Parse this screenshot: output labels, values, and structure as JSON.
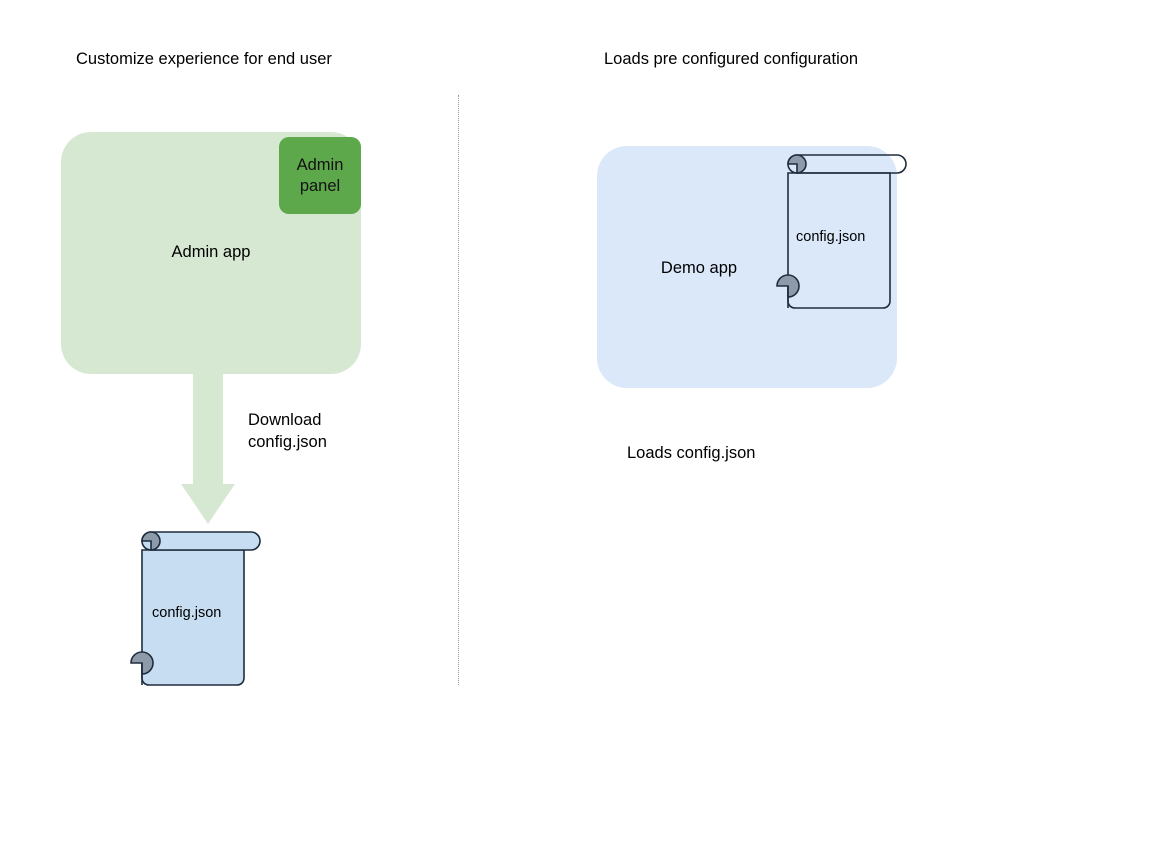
{
  "diagram": {
    "background": "#ffffff",
    "headings": {
      "left": "Customize experience for end user",
      "right": "Loads pre configured configuration"
    },
    "left_flow": {
      "app_box": {
        "label": "Admin app",
        "fill": "#d7e8d2"
      },
      "panel_box": {
        "label": "Admin\npanel",
        "fill": "#5ea84c"
      },
      "arrow": {
        "label": "Download\nconfig.json",
        "fill": "#d7e8d2",
        "direction": "down"
      },
      "document": {
        "label": "config.json",
        "fill": "#c7ddf2",
        "stroke": "#1f2d3d",
        "curl_fill": "#8c9aaa"
      }
    },
    "right_flow": {
      "app_box": {
        "label": "Demo app",
        "fill": "#dae8fa"
      },
      "document": {
        "label": "config.json",
        "fill": "none",
        "stroke": "#1f2d3d",
        "curl_fill": "#8c9aaa"
      },
      "caption": "Loads config.json"
    },
    "divider": {
      "style": "dotted",
      "color": "#999999"
    }
  }
}
